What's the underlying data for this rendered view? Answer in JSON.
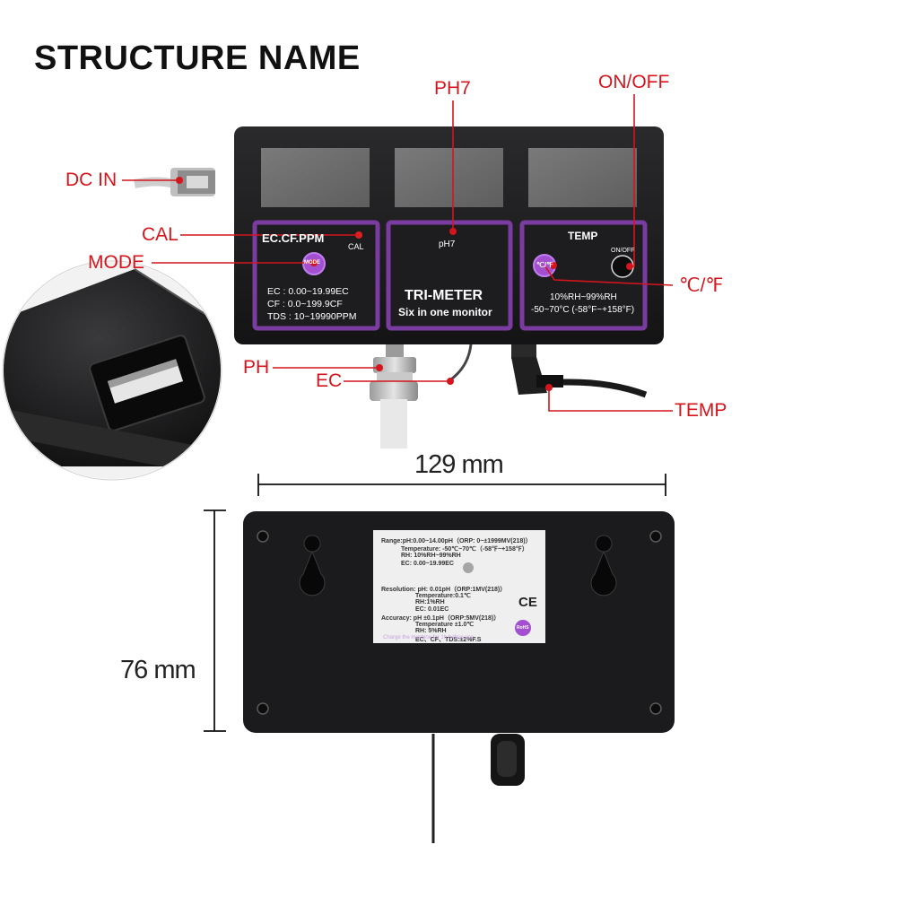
{
  "heading": "STRUCTURE NAME",
  "callouts": {
    "ph7": "PH7",
    "on_off": "ON/OFF",
    "dc_in": "DC IN",
    "cal": "CAL",
    "mode": "MODE",
    "celsius_fahrenheit": "℃/℉",
    "ph": "PH",
    "ec": "EC",
    "temp": "TEMP"
  },
  "front_panel": {
    "ec_title": "EC.CF.PPM",
    "cal_small": "CAL",
    "mode_small": "MODE",
    "ec_range": "EC : 0.00~19.99EC",
    "cf_range": "CF : 0.0~199.9CF",
    "tds_range": "TDS : 10~19990PPM",
    "ph_small": "pH7",
    "brand": "TRI-METER",
    "tagline": "Six in one monitor",
    "temp_title": "TEMP",
    "onoff_small": "ON/OFF",
    "cf_small": "℃/℉",
    "rh_range": "10%RH~99%RH",
    "temp_range": "-50~70°C (-58°F~+158°F)"
  },
  "dimensions": {
    "width": "129 mm",
    "height": "76 mm"
  },
  "back_label": {
    "range_line": "Range:pH:0.00~14.00pH（ORP: 0~±1999MV(218)）",
    "temperature_line": "Temperature: -50℃~70℃（-58℉~+158℉）",
    "rh_line": "RH: 10%RH~99%RH",
    "ec_line": "EC: 0.00~19.99EC",
    "resolution_line": "Resolution: pH: 0.01pH（ORP:1MV(218)）",
    "res_temp": "Temperature:0.1℃",
    "res_rh": "RH:1%RH",
    "res_ec": "EC: 0.01EC",
    "accuracy_line": "Accuracy: pH ±0.1pH（ORP:5MV(218)）",
    "acc_temp": "Temperature ±1.0℃",
    "acc_rh": "RH: 5%RH",
    "acc_ec": "EC、CF、TDS:±2%F.S",
    "ce_mark": "CE",
    "rohs_mark": "RoHS",
    "footer_line": "Charge the machine for 1h before use"
  },
  "colors": {
    "callout_red": "#d4151d",
    "device_body": "#1b1b1d",
    "panel_purple": "#7a3ca0",
    "mode_button": "#a24fd0",
    "screen_gray": "#6f6f6f"
  }
}
